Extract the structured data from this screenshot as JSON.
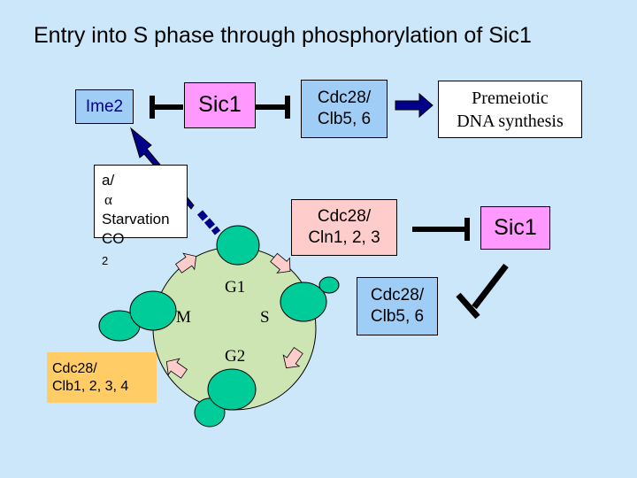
{
  "title": "Entry into S phase through phosphorylation of Sic1",
  "top_row": {
    "ime2": "Ime2",
    "sic1": "Sic1",
    "cdc_clb56": [
      "Cdc28/",
      "Clb5, 6"
    ],
    "premeiotic": [
      "Premeiotic",
      "DNA synthesis"
    ]
  },
  "signals": {
    "line1_prefix": "a/",
    "line1_symbol": "α",
    "line2": "Starvation",
    "line3_main": "CO",
    "line3_sub": "2"
  },
  "mitotic": {
    "cdc_cln": [
      "Cdc28/",
      "Cln1, 2, 3"
    ],
    "sic1": "Sic1",
    "cdc_clb56": [
      "Cdc28/",
      "Clb5, 6"
    ],
    "cdc_clb1234": [
      "Cdc28/",
      "Clb1, 2, 3, 4"
    ]
  },
  "cycle": {
    "g1": "G1",
    "s": "S",
    "g2": "G2",
    "m": "M"
  },
  "colors": {
    "background": "#cce6fa",
    "ime2_fill": "#9fcdf5",
    "sic1_fill": "#ff99ff",
    "clb56_fill": "#9fcdf5",
    "cln_fill": "#ffcccc",
    "clb1234_fill": "#ffcc66",
    "cycle_fill": "#cce5b3",
    "cell_fill": "#00cc99",
    "arrow_fill": "#00008b",
    "cycle_arrow_fill": "#ffcccc"
  }
}
